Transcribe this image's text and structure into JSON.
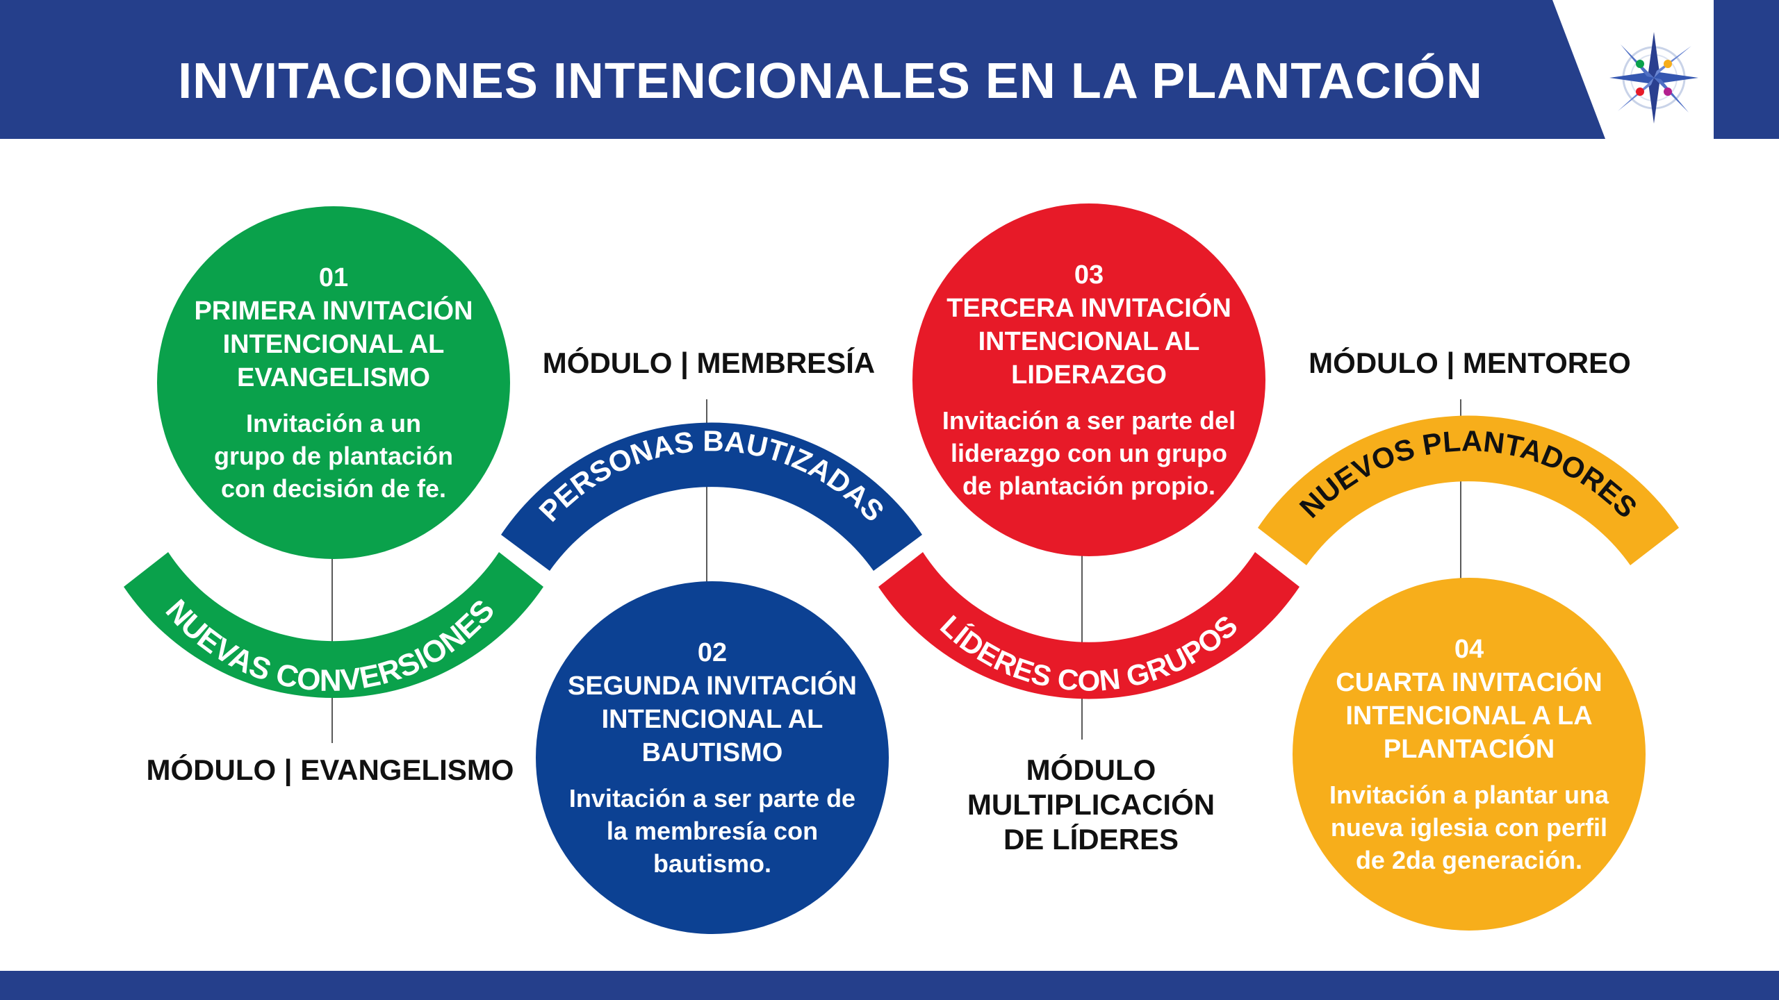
{
  "header": {
    "title": "INVITACIONES INTENCIONALES EN LA PLANTACIÓN",
    "color": "#253f8b",
    "logo_icon": "compass-star-icon"
  },
  "stages": [
    {
      "number": "01",
      "title": "PRIMERA INVITACIÓN\nINTENCIONAL AL\nEVANGELISMO",
      "description": "Invitación a un\ngrupo de plantación\ncon decisión de fe.",
      "arc_label": "NUEVAS CONVERSIONES",
      "module": "MÓDULO | EVANGELISMO",
      "color": "#0aa14b"
    },
    {
      "number": "02",
      "title": "SEGUNDA INVITACIÓN\nINTENCIONAL AL\nBAUTISMO",
      "description": "Invitación a ser parte de\nla membresía con\nbautismo.",
      "arc_label": "PERSONAS BAUTIZADAS",
      "module": "MÓDULO | MEMBRESÍA",
      "color": "#0c4193"
    },
    {
      "number": "03",
      "title": "TERCERA INVITACIÓN\nINTENCIONAL AL\nLIDERAZGO",
      "description": "Invitación a ser parte del\nliderazgo con un grupo\nde plantación propio.",
      "arc_label": "LÍDERES CON GRUPOS",
      "module": "MÓDULO\nMULTIPLICACIÓN\nDE LÍDERES",
      "color": "#e71a28"
    },
    {
      "number": "04",
      "title": "CUARTA INVITACIÓN\nINTENCIONAL A LA\nPLANTACIÓN",
      "description": "Invitación a plantar una\nnueva iglesia con perfil\nde 2da generación.",
      "arc_label": "NUEVOS PLANTADORES",
      "module": "MÓDULO | MENTOREO",
      "color": "#f7ae1b"
    }
  ]
}
